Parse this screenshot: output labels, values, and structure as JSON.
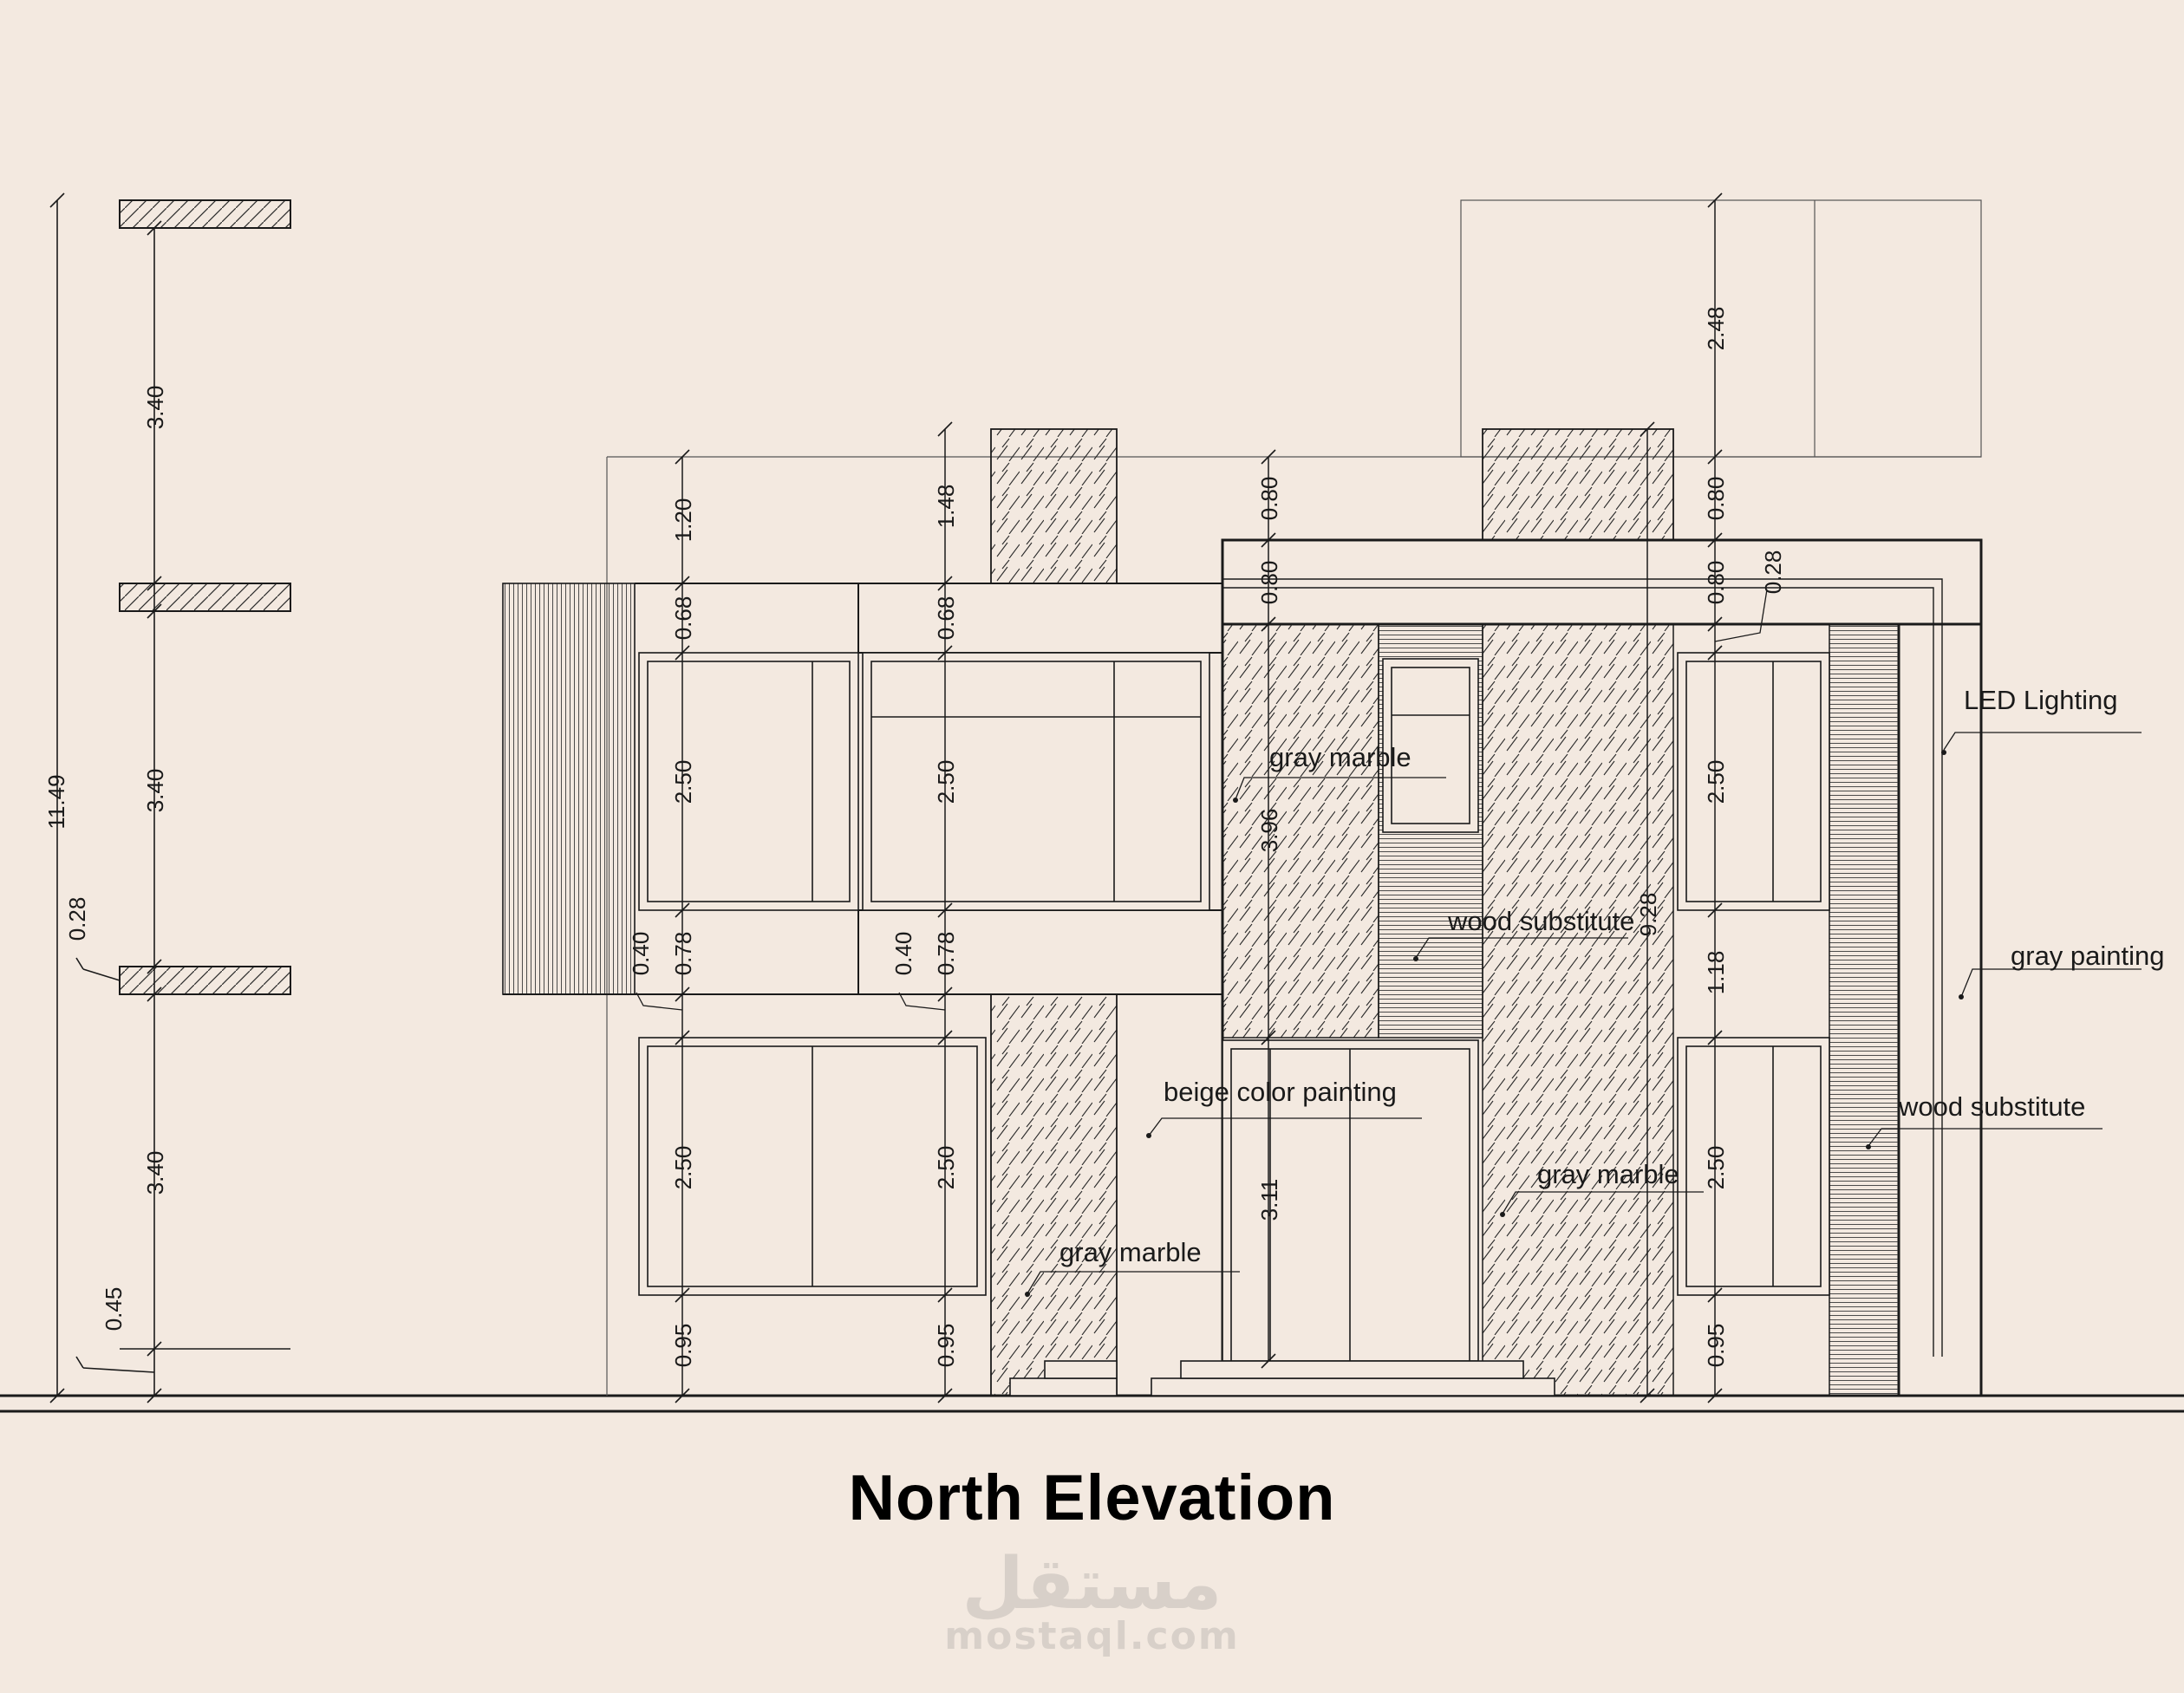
{
  "drawing": {
    "title": "North Elevation",
    "watermark_arabic": "مستقل",
    "watermark_site": "mostaql.com",
    "colors": {
      "background": "#f3e9e0",
      "line": "#1a1a1a",
      "watermark": "#d8d0c9"
    }
  },
  "level_dimensions": {
    "total": "11.49",
    "floor_heights": [
      "3.40",
      "3.40",
      "3.40"
    ],
    "slab_thickness": "0.28",
    "plinth": "0.45"
  },
  "column_a_dimensions": [
    "1.20",
    "0.68",
    "2.50",
    "0.78",
    "0.40",
    "2.50",
    "0.95"
  ],
  "column_b_dimensions": [
    "1.48",
    "0.68",
    "2.50",
    "0.78",
    "0.40",
    "2.50",
    "0.95"
  ],
  "column_c_dimensions": [
    "0.80",
    "0.80",
    "3.96",
    "3.11"
  ],
  "column_d_dimensions": [
    "2.48",
    "0.80",
    "0.80",
    "0.28",
    "2.50",
    "1.18",
    "2.50",
    "0.95"
  ],
  "tower_dimension": "9.28",
  "material_notes": {
    "led_lighting": "LED Lighting",
    "gray_painting": "gray painting",
    "wood_substitute_right": "wood substitute",
    "wood_substitute_center": "wood substitute",
    "gray_marble_upper": "gray marble",
    "gray_marble_center": "gray marble",
    "gray_marble_lower": "gray marble",
    "beige_color_painting": "beige color painting"
  }
}
